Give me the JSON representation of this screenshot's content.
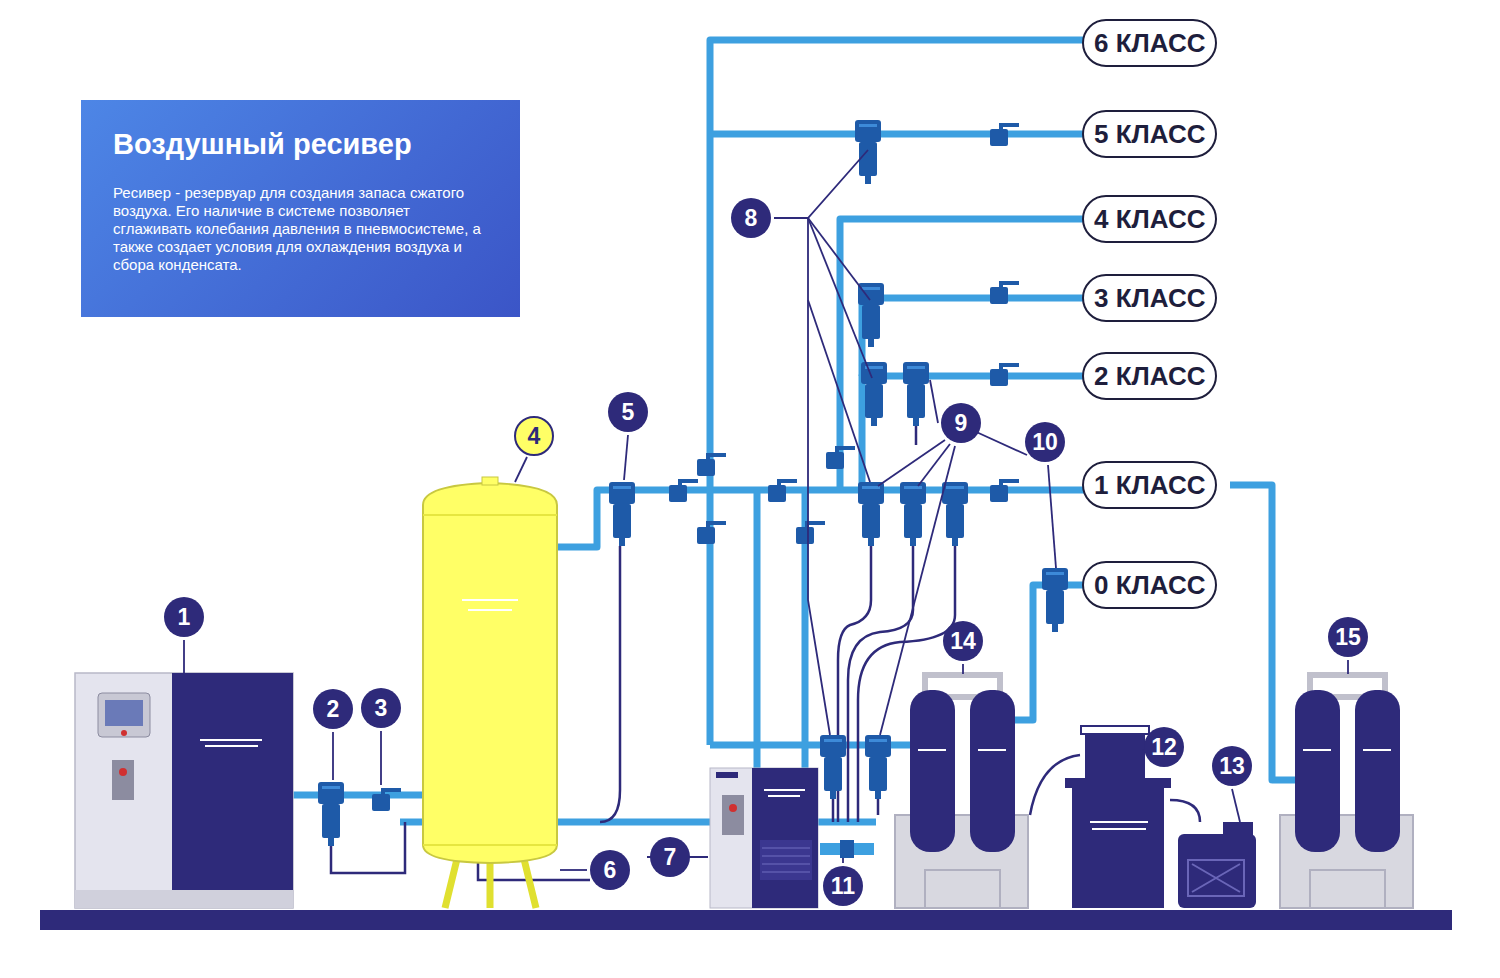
{
  "diagram": {
    "nodes": [
      {
        "text": [
          "Воздушный ресивер",
          "Ресивер - резервуар для создания запаса сжатого воздуха. Его наличие в системе позволяет сглаживать колебания давления в пневмосистеме, а также создает условия для охлаждения воздуха и сбора конденсата."
        ]
      },
      {
        "text": [
          "6 КЛАСС"
        ]
      },
      {
        "text": [
          "5 КЛАСС"
        ]
      },
      {
        "text": [
          "4 КЛАСС"
        ]
      },
      {
        "text": [
          "3 КЛАСС"
        ]
      },
      {
        "text": [
          "2 КЛАСС"
        ]
      },
      {
        "text": [
          "1 КЛАСС"
        ]
      },
      {
        "text": [
          "0 КЛАСС"
        ]
      }
    ],
    "labels": [
      "1",
      "2",
      "3",
      "4",
      "5",
      "6",
      "7",
      "8",
      "9",
      "10",
      "11",
      "12",
      "13",
      "14",
      "15"
    ]
  }
}
